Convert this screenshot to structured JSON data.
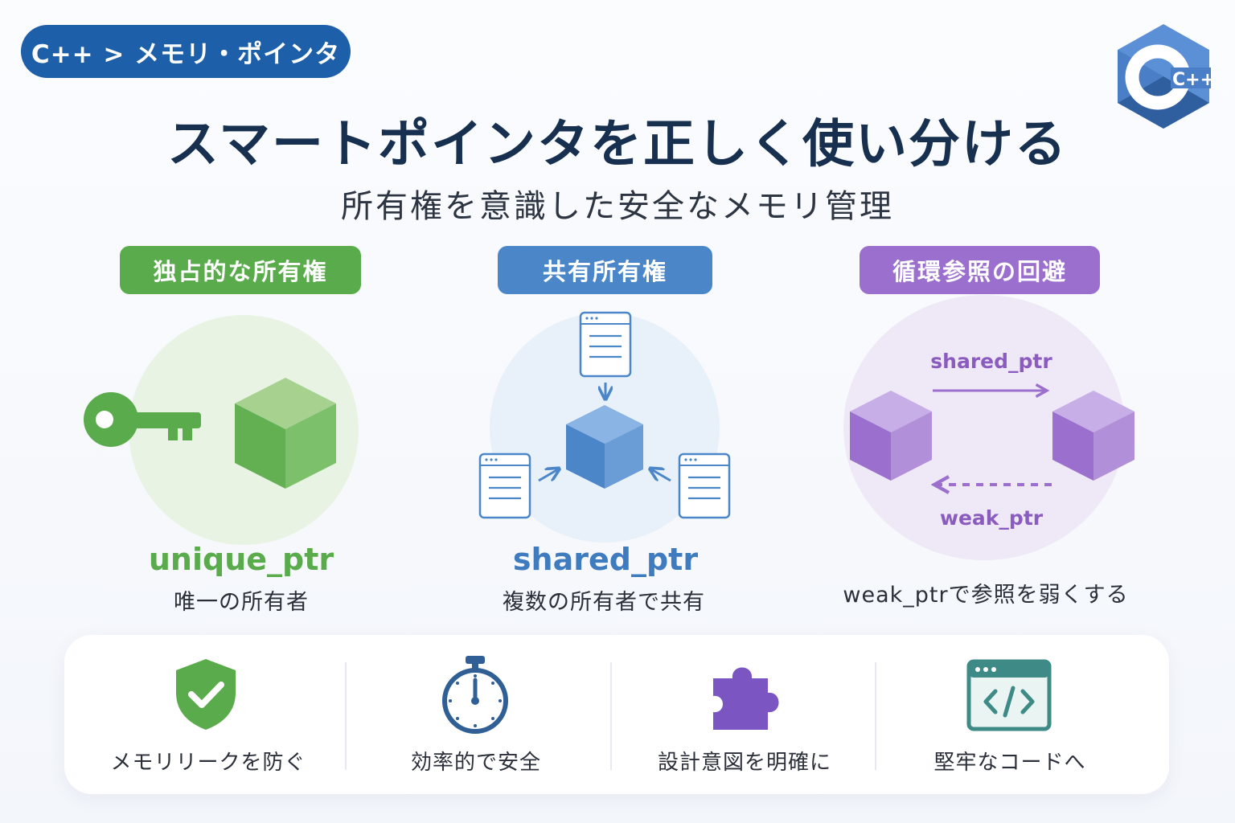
{
  "breadcrumb": "C++ > メモリ・ポインタ",
  "logo": {
    "text": "C++",
    "icon": "cpp-logo-icon"
  },
  "title": "スマートポインタを正しく使い分ける",
  "subtitle": "所有権を意識した安全なメモリ管理",
  "columns": [
    {
      "badge": "独占的な所有権",
      "name": "unique_ptr",
      "desc": "唯一の所有者",
      "color": "#5aab4b",
      "icons": [
        "key-icon",
        "cube-icon"
      ]
    },
    {
      "badge": "共有所有権",
      "name": "shared_ptr",
      "desc": "複数の所有者で共有",
      "color": "#4a86c8",
      "icons": [
        "document-icon",
        "cube-icon"
      ]
    },
    {
      "badge": "循環参照の回避",
      "name": "",
      "desc": "weak_ptrで参照を弱くする",
      "color": "#9b6fcd",
      "icons": [
        "cube-icon"
      ],
      "edges": {
        "forward": "shared_ptr",
        "back": "weak_ptr"
      }
    }
  ],
  "features": [
    {
      "label": "メモリリークを防ぐ",
      "icon": "shield-check-icon",
      "color": "#5aab4b"
    },
    {
      "label": "効率的で安全",
      "icon": "stopwatch-icon",
      "color": "#2f5f94"
    },
    {
      "label": "設計意図を明確に",
      "icon": "puzzle-icon",
      "color": "#7b55c2"
    },
    {
      "label": "堅牢なコードへ",
      "icon": "code-window-icon",
      "color": "#3e8a86"
    }
  ]
}
